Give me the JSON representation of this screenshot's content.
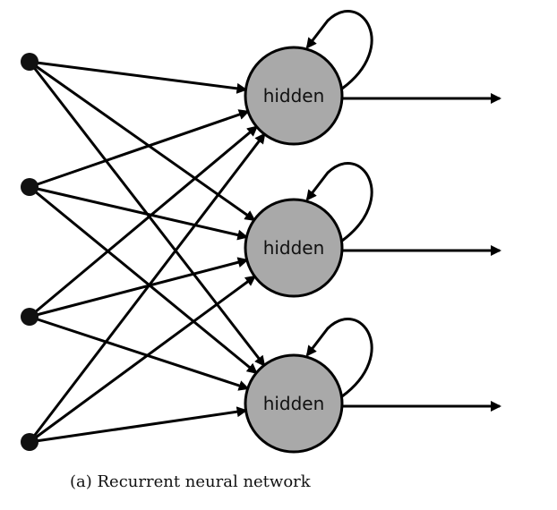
{
  "diagram": {
    "input_nodes": [
      "",
      "",
      "",
      ""
    ],
    "hidden_nodes": [
      {
        "label": "hidden"
      },
      {
        "label": "hidden"
      },
      {
        "label": "hidden"
      }
    ],
    "colors": {
      "line": "#000000",
      "input_node": "#111111",
      "hidden_fill": "#a9a9a9",
      "hidden_stroke": "#000000"
    },
    "caption": "(a) Recurrent neural network"
  }
}
